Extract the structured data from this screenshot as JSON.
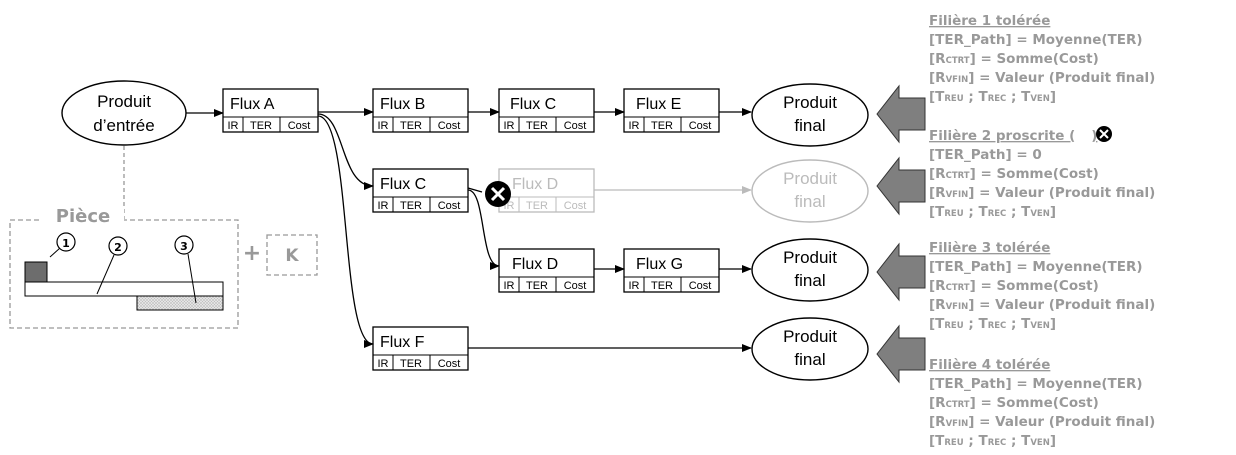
{
  "colors": {
    "black": "#000000",
    "grey_text": "#999999",
    "faded": "#bbbbbb",
    "arrow_fill": "#7f7f7f",
    "dashed": "#999999",
    "hatch": "#cfcfcf"
  },
  "input": {
    "line1": "Produit",
    "line2": "d’entrée"
  },
  "output": {
    "line1": "Produit",
    "line2": "final"
  },
  "sublabels": {
    "ir": "IR",
    "ter": "TER",
    "cost": "Cost"
  },
  "flux": {
    "a": "Flux A",
    "b": "Flux B",
    "c_top": "Flux C",
    "e": "Flux E",
    "c_mid": "Flux C",
    "d_faded": "Flux D",
    "d": "Flux D",
    "g": "Flux G",
    "f": "Flux F"
  },
  "piece": {
    "title": "Pièce",
    "marker1": "1",
    "marker2": "2",
    "marker3": "3",
    "plus": "+",
    "k": "K"
  },
  "filieres": [
    {
      "title": "Filière 1 tolérée",
      "l1": "[TER_Path] = Moyenne(TER)",
      "l2": "[R",
      "l2sub": "CTRT",
      "l2end": "] = Somme(Cost)",
      "l3": "[R",
      "l3sub": "VFIN",
      "l3end": "] = Valeur (Produit final)",
      "t": "T",
      "reu": "REU",
      "rec": "REC",
      "ven": "VEN"
    },
    {
      "title": "Filière 2 proscrite (",
      "title_end": ")",
      "l1": "[TER_Path] = 0",
      "l2": "[R",
      "l2sub": "CTRT",
      "l2end": "] = Somme(Cost)",
      "l3": "[R",
      "l3sub": "VFIN",
      "l3end": "] = Valeur (Produit final)",
      "t": "T",
      "reu": "REU",
      "rec": "REC",
      "ven": "VEN"
    },
    {
      "title": "Filière 3 tolérée",
      "l1": "[TER_Path] = Moyenne(TER)",
      "l2": "[R",
      "l2sub": "CTRT",
      "l2end": "] = Somme(Cost)",
      "l3": "[R",
      "l3sub": "VFIN",
      "l3end": "] = Valeur (Produit final)",
      "t": "T",
      "reu": "REU",
      "rec": "REC",
      "ven": "VEN"
    },
    {
      "title": "Filière 4 tolérée",
      "l1": "[TER_Path] = Moyenne(TER)",
      "l2": "[R",
      "l2sub": "CTRT",
      "l2end": "] = Somme(Cost)",
      "l3": "[R",
      "l3sub": "VFIN",
      "l3end": "] = Valeur (Produit final)",
      "t": "T",
      "reu": "REU",
      "rec": "REC",
      "ven": "VEN"
    }
  ]
}
